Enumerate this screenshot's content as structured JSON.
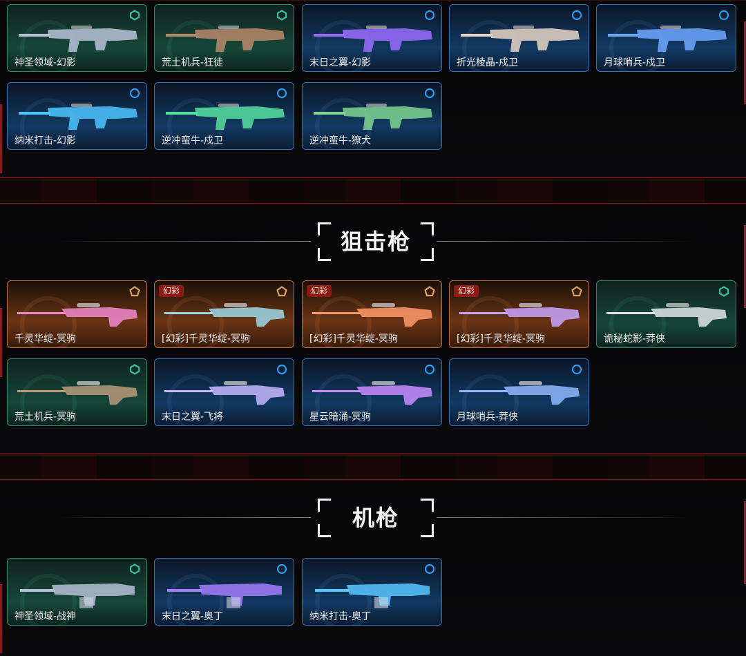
{
  "sections": [
    {
      "id": "rifles",
      "title": "",
      "cards": [
        {
          "name": "神圣领域-幻影",
          "rarity": "green",
          "badge": "",
          "accent": "#b9c3d8"
        },
        {
          "name": "荒土机兵-狂徒",
          "rarity": "green",
          "badge": "",
          "accent": "#b98a6a"
        },
        {
          "name": "末日之翼-幻影",
          "rarity": "blue",
          "badge": "",
          "accent": "#9b6cff"
        },
        {
          "name": "折光棱晶-戍卫",
          "rarity": "blue",
          "badge": "",
          "accent": "#e8d6c6"
        },
        {
          "name": "月球哨兵-戍卫",
          "rarity": "blue",
          "badge": "",
          "accent": "#6fa8ff"
        },
        {
          "name": "纳米打击-幻影",
          "rarity": "blue",
          "badge": "",
          "accent": "#4cc6ff"
        },
        {
          "name": "逆冲蛮牛-戍卫",
          "rarity": "blue",
          "badge": "",
          "accent": "#56e0a0"
        },
        {
          "name": "逆冲蛮牛-獠犬",
          "rarity": "blue",
          "badge": "",
          "accent": "#7fd68f"
        }
      ]
    },
    {
      "id": "snipers",
      "title": "狙击枪",
      "cards": [
        {
          "name": "千灵华绽-冥驹",
          "rarity": "orange",
          "badge": "",
          "accent": "#f08ad0"
        },
        {
          "name": "[幻彩]千灵华绽-冥驹",
          "rarity": "orange",
          "badge": "幻彩",
          "accent": "#9fd8e8"
        },
        {
          "name": "[幻彩]千灵华绽-冥驹",
          "rarity": "orange",
          "badge": "幻彩",
          "accent": "#ff9a6a"
        },
        {
          "name": "[幻彩]千灵华绽-冥驹",
          "rarity": "orange",
          "badge": "幻彩",
          "accent": "#c9a6ff"
        },
        {
          "name": "诡秘蛇影-莽侠",
          "rarity": "green",
          "badge": "",
          "accent": "#dfe6e6"
        },
        {
          "name": "荒土机兵-冥驹",
          "rarity": "green",
          "badge": "",
          "accent": "#b99a7a"
        },
        {
          "name": "末日之翼-飞将",
          "rarity": "blue",
          "badge": "",
          "accent": "#c7b8ff"
        },
        {
          "name": "星云暗涌-冥驹",
          "rarity": "blue",
          "badge": "",
          "accent": "#c98cff"
        },
        {
          "name": "月球哨兵-莽侠",
          "rarity": "blue",
          "badge": "",
          "accent": "#8fb8ff"
        }
      ]
    },
    {
      "id": "mgs",
      "title": "机枪",
      "cards": [
        {
          "name": "神圣领域-战神",
          "rarity": "green",
          "badge": "",
          "accent": "#b6bfd6"
        },
        {
          "name": "末日之翼-奥丁",
          "rarity": "blue",
          "badge": "",
          "accent": "#a37cff"
        },
        {
          "name": "纳米打击-奥丁",
          "rarity": "blue",
          "badge": "",
          "accent": "#59c8ff"
        }
      ]
    }
  ],
  "colors": {
    "green_icon": "#36c29a",
    "blue_icon": "#2d9bf0",
    "orange_icon": "#e3a15e",
    "badge_bg": "#8e1a14"
  }
}
